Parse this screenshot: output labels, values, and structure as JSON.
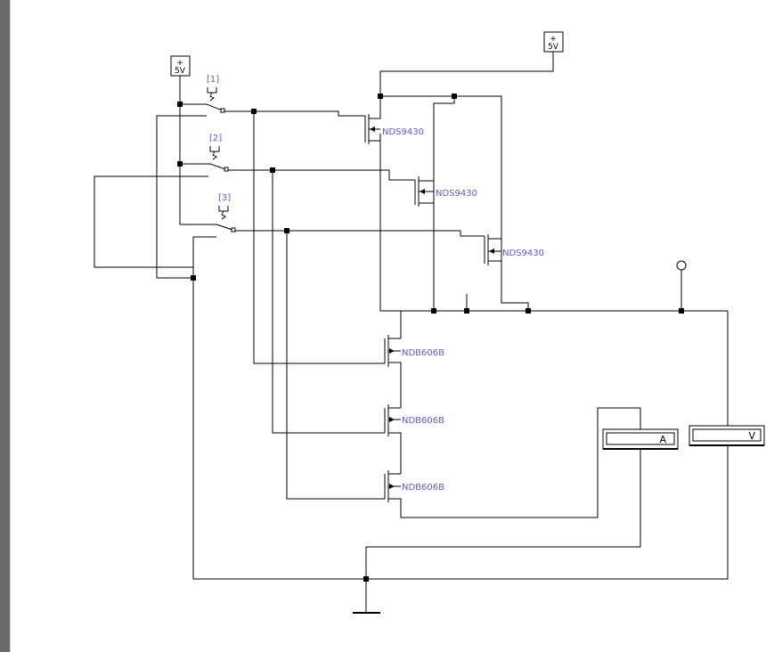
{
  "circuit": {
    "supply_top_right": {
      "plus": "+",
      "value": "5V"
    },
    "supply_left": {
      "plus": "+",
      "value": "5V"
    },
    "switches": [
      {
        "label": "[1]"
      },
      {
        "label": "[2]"
      },
      {
        "label": "[3]"
      }
    ],
    "pmos": [
      {
        "part": "NDS9430"
      },
      {
        "part": "NDS9430"
      },
      {
        "part": "NDS9430"
      }
    ],
    "nmos": [
      {
        "part": "NDB606B"
      },
      {
        "part": "NDB606B"
      },
      {
        "part": "NDB606B"
      }
    ],
    "ammeter": {
      "unit": "A"
    },
    "voltmeter": {
      "unit": "V"
    }
  },
  "colors": {
    "wire": "#000000",
    "part_label": "#5b5bd6",
    "left_border": "#6b6b6b"
  }
}
